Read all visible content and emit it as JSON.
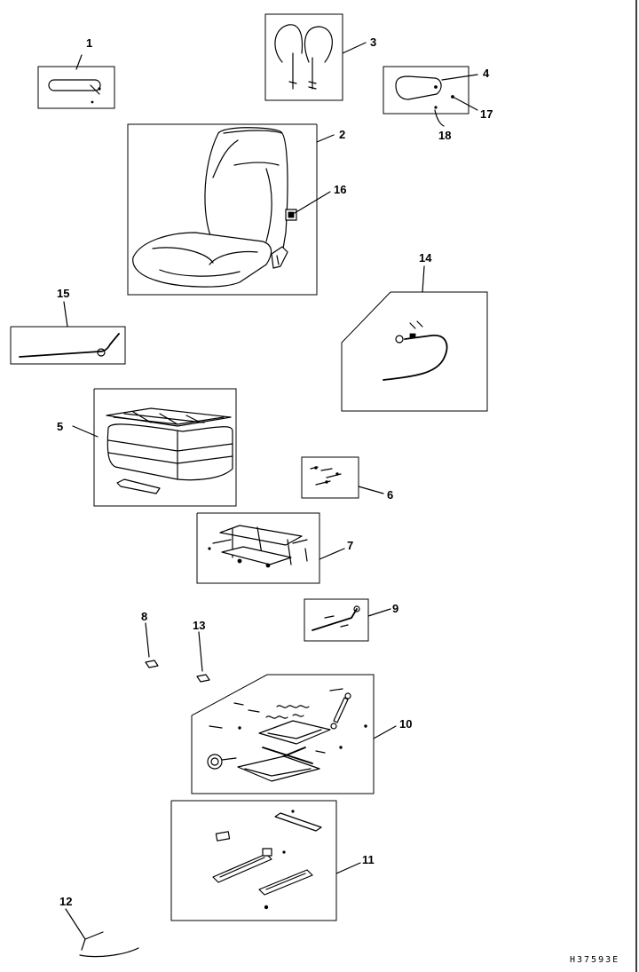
{
  "diagram": {
    "callouts": {
      "c1": "1",
      "c2": "2",
      "c3": "3",
      "c4": "4",
      "c5": "5",
      "c6": "6",
      "c7": "7",
      "c8": "8",
      "c9": "9",
      "c10": "10",
      "c11": "11",
      "c12": "12",
      "c13": "13",
      "c14": "14",
      "c15": "15",
      "c16": "16",
      "c17": "17",
      "c18": "18"
    },
    "reference_code": "H37593E"
  }
}
